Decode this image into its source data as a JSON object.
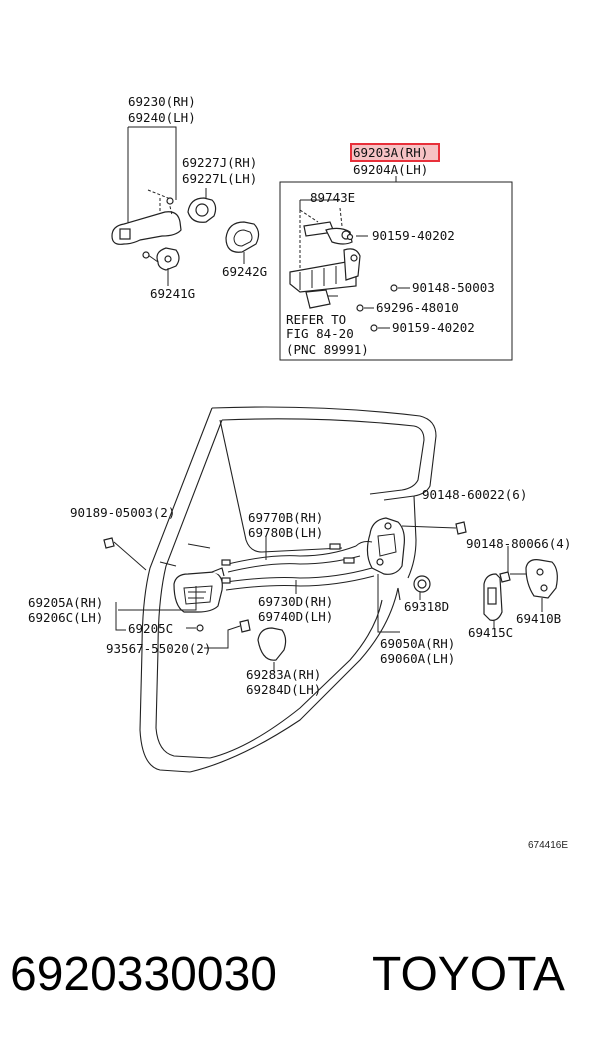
{
  "labels": {
    "p69230": "69230(RH)",
    "p69240": "69240(LH)",
    "p69227j": "69227J(RH)",
    "p69227l": "69227L(LH)",
    "p69203a": "69203A(RH)",
    "p69204a": "69204A(LH)",
    "p89743e": "89743E",
    "p90159a": "90159-40202",
    "p90148_50003": "90148-50003",
    "p69296": "69296-48010",
    "p90159b": "90159-40202",
    "refer1": "REFER TO",
    "refer2": "FIG 84-20",
    "refer3": "(PNC 89991)",
    "p69242g": "69242G",
    "p69241g": "69241G",
    "p90189": "90189-05003(2)",
    "p69770b": "69770B(RH)",
    "p69780b": "69780B(LH)",
    "p90148_60022": "90148-60022(6)",
    "p90148_80066": "90148-80066(4)",
    "p69205a": "69205A(RH)",
    "p69206c": "69206C(LH)",
    "p69205c": "69205C",
    "p69730d": "69730D(RH)",
    "p69740d": "69740D(LH)",
    "p69318d": "69318D",
    "p93567": "93567-55020(2)",
    "p69415c": "69415C",
    "p69410b": "69410B",
    "p69050a": "69050A(RH)",
    "p69060a": "69060A(LH)",
    "p69283a": "69283A(RH)",
    "p69284d": "69284D(LH)",
    "figure_code": "674416E",
    "part_number": "6920330030",
    "brand": "TOYOTA"
  },
  "colors": {
    "highlight": "#e8303a",
    "highlight_fill": "#f6c2c4",
    "ink": "#222222"
  }
}
